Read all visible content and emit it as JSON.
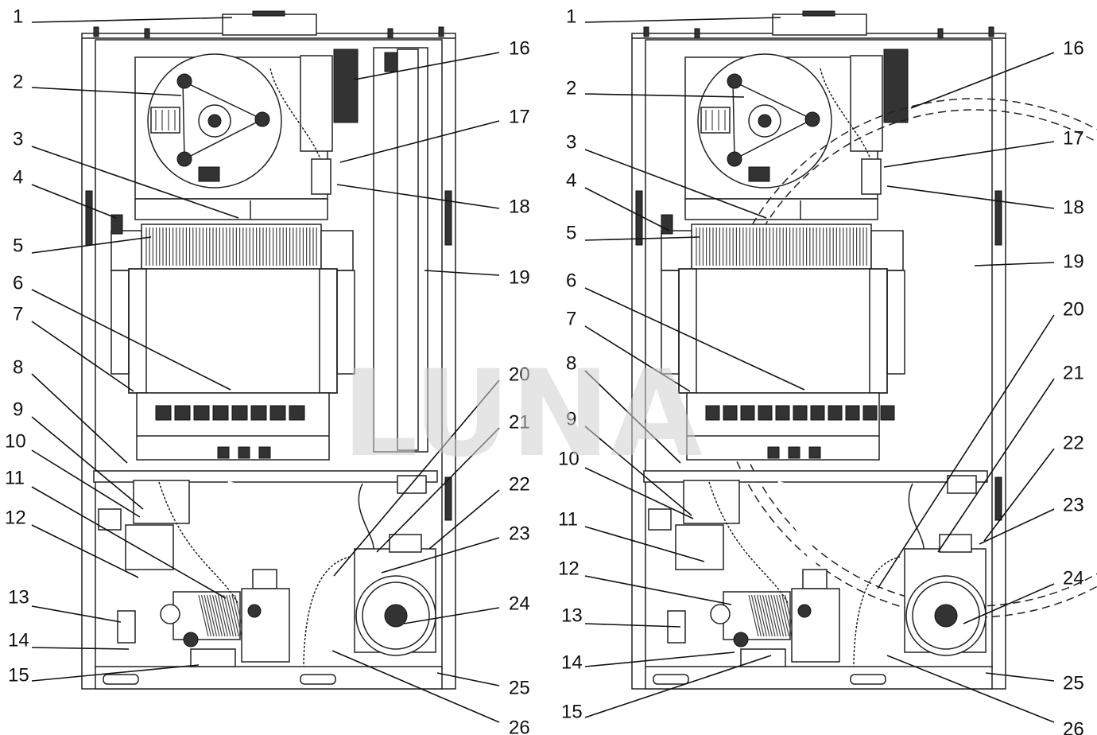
{
  "watermark": "LUNA",
  "labels": [
    "1",
    "2",
    "3",
    "4",
    "5",
    "6",
    "7",
    "8",
    "9",
    "10",
    "11",
    "12",
    "13",
    "14",
    "15",
    "16",
    "17",
    "18",
    "19",
    "20",
    "21",
    "22",
    "23",
    "24",
    "25",
    "26"
  ],
  "diagram_left": {
    "left_labels": [
      "1",
      "2",
      "3",
      "4",
      "5",
      "6",
      "7",
      "8",
      "9",
      "10",
      "11",
      "12",
      "13",
      "14",
      "15"
    ],
    "right_labels": [
      "16",
      "17",
      "18",
      "19",
      "20",
      "21",
      "22",
      "23",
      "24",
      "25",
      "26"
    ]
  },
  "diagram_right": {
    "left_labels": [
      "1",
      "2",
      "3",
      "4",
      "5",
      "6",
      "7",
      "8",
      "9",
      "10",
      "11",
      "12",
      "13",
      "14",
      "15"
    ],
    "right_labels": [
      "16",
      "17",
      "18",
      "19",
      "20",
      "21",
      "22",
      "23",
      "24",
      "25",
      "26"
    ]
  }
}
